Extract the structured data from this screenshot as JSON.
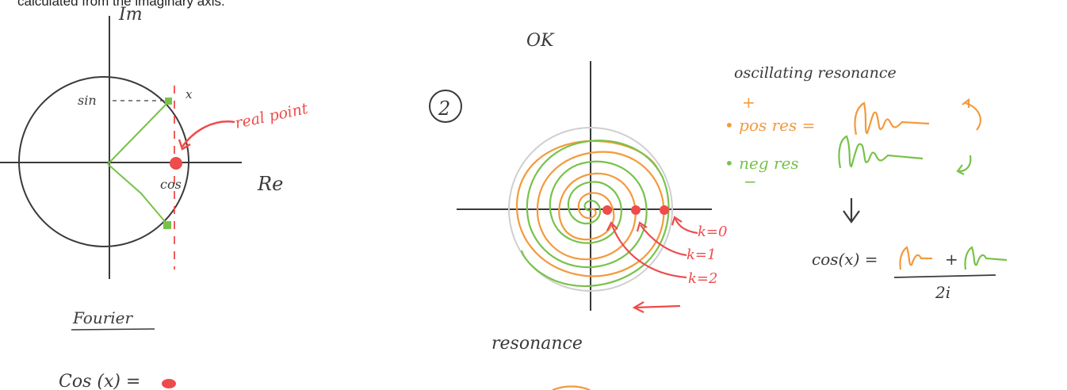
{
  "caption": "calculated from the imaginary axis.",
  "left_diagram": {
    "axis_im": "Im",
    "axis_re": "Re",
    "mark_y": "sin",
    "mark_x": "x",
    "cos_label": "cos",
    "real_point": "real point",
    "fourier": "Fourier",
    "cos_eq": "Cos (x) ="
  },
  "right_diagram": {
    "ok": "OK",
    "number": "2",
    "k0": "k=0",
    "k1": "k=1",
    "k2": "k=2",
    "resonance": "resonance",
    "oscillating": "oscillating resonance",
    "plus": "+",
    "minus": "−",
    "pos_res": "• pos res =",
    "neg_res": "• neg res",
    "cos_formula_lhs": "cos(x) =",
    "cos_formula_den": "2i"
  },
  "colors": {
    "ink": "#3a3a3a",
    "red": "#ee4b4b",
    "orange": "#f39a3c",
    "green": "#78c24a",
    "gray": "#cfcfcf"
  }
}
